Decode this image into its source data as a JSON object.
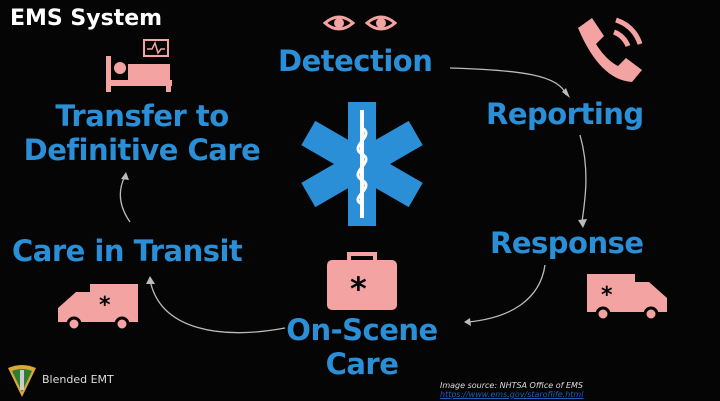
{
  "title": "EMS System",
  "steps": {
    "detection": "Detection",
    "reporting": "Reporting",
    "response": "Response",
    "on_scene_1": "On-Scene",
    "on_scene_2": "Care",
    "care_in_transit": "Care in Transit",
    "transfer_1": "Transfer to",
    "transfer_2": "Definitive Care"
  },
  "footer": {
    "brand": "Blended EMT",
    "source_label": "Image source: NHTSA Office of EMS",
    "source_link": "https://www.ems.gov/staroflife.html"
  },
  "colors": {
    "blue": "#2b8fd8",
    "pink": "#f4a3a3",
    "background": "#050505"
  }
}
